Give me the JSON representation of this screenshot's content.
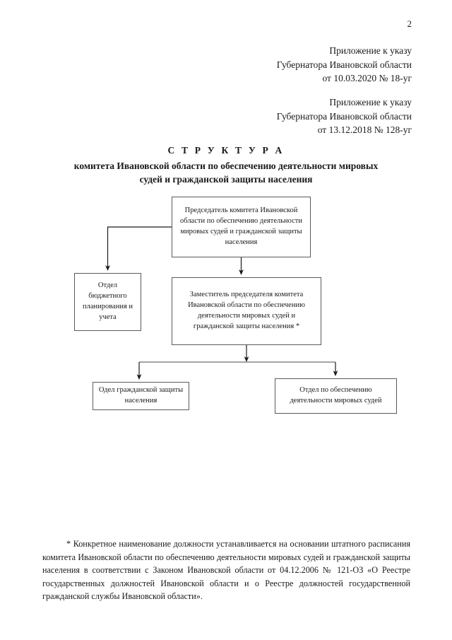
{
  "page": {
    "number": "2"
  },
  "appendix_first": {
    "line1": "Приложение к указу",
    "line2": "Губернатора Ивановской области",
    "line3": "от 10.03.2020 № 18-уг"
  },
  "appendix_second": {
    "line1": "Приложение к указу",
    "line2": "Губернатора Ивановской области",
    "line3": "от 13.12.2018 № 128-уг"
  },
  "title": {
    "heading": "С Т Р У К Т У Р А",
    "line1": "комитета Ивановской области по обеспечению деятельности мировых",
    "line2": "судей и гражданской защиты населения"
  },
  "chart_data": {
    "type": "diagram",
    "title": "Структура комитета Ивановской области по обеспечению деятельности мировых судей и гражданской защиты населения",
    "nodes": [
      {
        "id": "chairman",
        "label": "Председатель комитета Ивановской области по обеспечению деятельности мировых судей и гражданской защиты населения",
        "level": 0
      },
      {
        "id": "budget",
        "label": "Отдел бюджетного планирования и учета",
        "level": 1
      },
      {
        "id": "deputy",
        "label": "Заместитель председателя комитета Ивановской области по обеспечению деятельности мировых судей и гражданской защиты населения *",
        "level": 1
      },
      {
        "id": "civil-defense",
        "label": "Одел гражданской защиты населения",
        "level": 2
      },
      {
        "id": "justice",
        "label": "Отдел по обеспечению деятельности мировых судей",
        "level": 2
      }
    ],
    "edges": [
      {
        "from": "chairman",
        "to": "budget",
        "style": "elbow-left-arrow"
      },
      {
        "from": "chairman",
        "to": "deputy",
        "style": "vertical-arrow"
      },
      {
        "from": "deputy",
        "to": "civil-defense",
        "style": "split-left-arrow"
      },
      {
        "from": "deputy",
        "to": "justice",
        "style": "split-right-arrow"
      }
    ],
    "colors": {
      "box_border": "#5a5a5a",
      "connector": "#1a1a1a",
      "background": "#ffffff"
    }
  },
  "footnote": {
    "text": "* Конкретное наименование должности устанавливается на основании штатного расписания комитета Ивановской области по обеспечению деятельности мировых судей и гражданской защиты населения в соответствии с Законом Ивановской области от 04.12.2006 № 121-ОЗ «О Реестре государственных должностей Ивановской области и о Реестре должностей государственной гражданской службы Ивановской области»."
  }
}
